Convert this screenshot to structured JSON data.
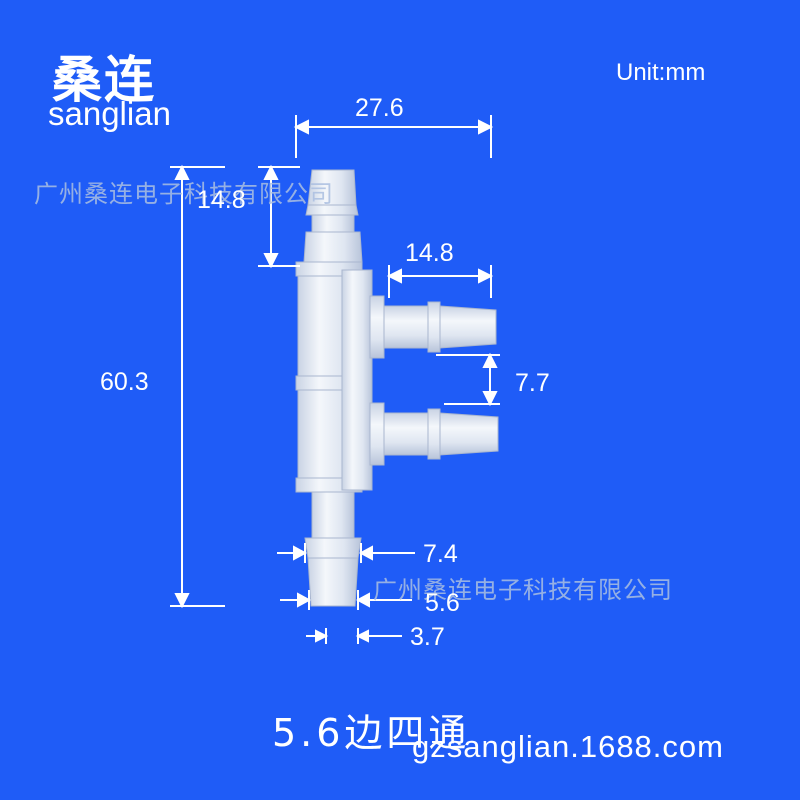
{
  "brand": {
    "name_cn": "桑连",
    "name_en": "sanglian"
  },
  "unit_label": "Unit:mm",
  "watermarks": [
    "广州桑连电子科技有限公司",
    "广州桑连电子科技有限公司"
  ],
  "dimensions": {
    "overall_width": "27.6",
    "top_barb_length": "14.8",
    "side_barb_length": "14.8",
    "overall_height": "60.3",
    "branch_spacing": "7.7",
    "barb_od": "7.4",
    "tube_od": "5.6",
    "bore_id": "3.7"
  },
  "caption": "5.6边四通",
  "website": "gzsanglian.1688.com",
  "colors": {
    "background": "#1f5cf7",
    "text": "#ffffff",
    "part": "#dfe6f2",
    "watermark": "#aabee1"
  }
}
